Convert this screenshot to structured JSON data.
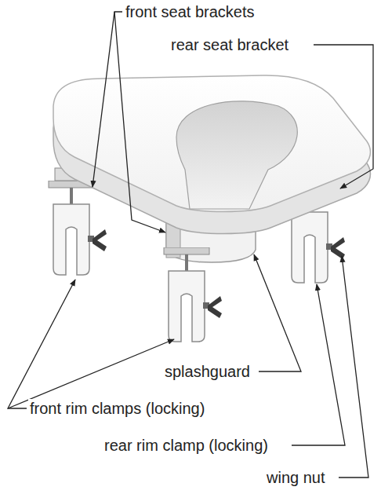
{
  "diagram": {
    "labels": [
      "front seat brackets",
      "rear seat bracket",
      "splashguard",
      "front rim clamps (locking)",
      "rear rim clamp (locking)",
      "wing nut"
    ]
  }
}
